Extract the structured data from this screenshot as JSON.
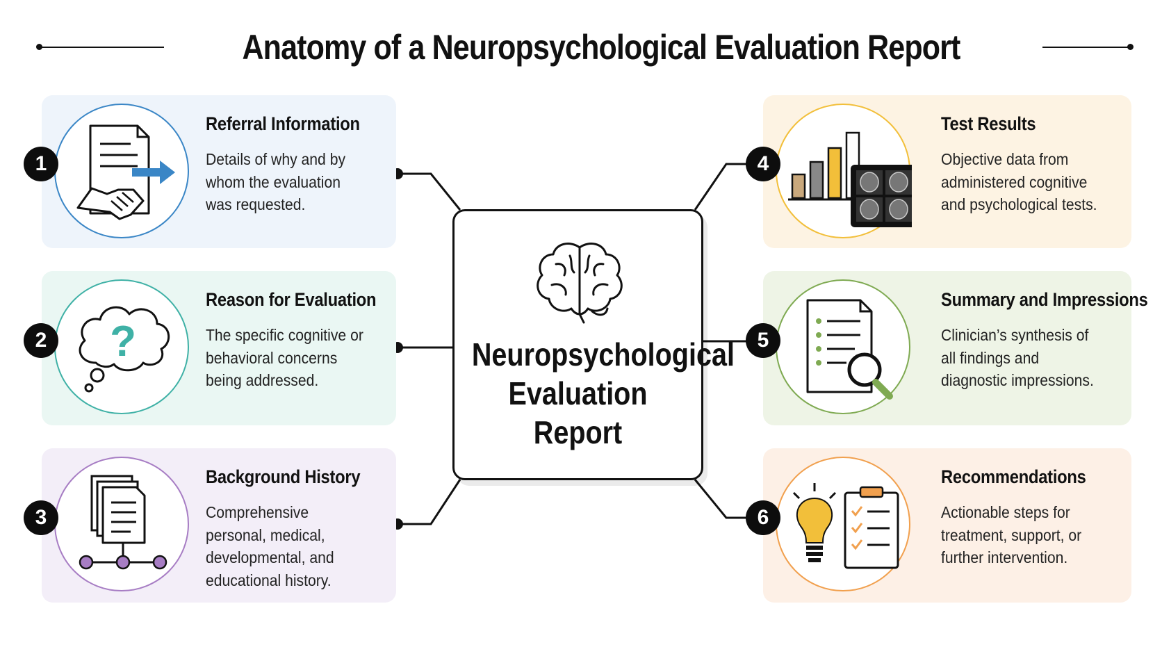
{
  "title": "Anatomy of a Neuropsychological Evaluation Report",
  "center": {
    "lines": [
      "Neuropsychological",
      "Evaluation",
      "Report"
    ]
  },
  "colors": {
    "blue": "#3a86c6",
    "teal": "#3fb1a6",
    "purple": "#a77dc4",
    "yellow": "#f2bf3a",
    "green": "#7faa52",
    "orange": "#f1a04e"
  },
  "sections": [
    {
      "number": "1",
      "title": "Referral Information",
      "desc": "Details of why and by whom the evaluation was requested.",
      "icon": "document-handshake-arrow-icon"
    },
    {
      "number": "2",
      "title": "Reason for Evaluation",
      "desc": "The specific cognitive or behavioral concerns being addressed.",
      "icon": "thought-bubble-question-icon"
    },
    {
      "number": "3",
      "title": "Background History",
      "desc": "Comprehensive personal, medical, developmental, and educational history.",
      "icon": "stacked-documents-timeline-icon"
    },
    {
      "number": "4",
      "title": "Test Results",
      "desc": "Objective data from administered cognitive and psychological tests.",
      "icon": "bar-chart-brain-scan-icon"
    },
    {
      "number": "5",
      "title": "Summary and Impressions",
      "desc": "Clinician’s synthesis of all findings and diagnostic impressions.",
      "icon": "document-magnifier-icon"
    },
    {
      "number": "6",
      "title": "Recommendations",
      "desc": "Actionable steps for treatment, support, or further intervention.",
      "icon": "lightbulb-checklist-icon"
    }
  ]
}
